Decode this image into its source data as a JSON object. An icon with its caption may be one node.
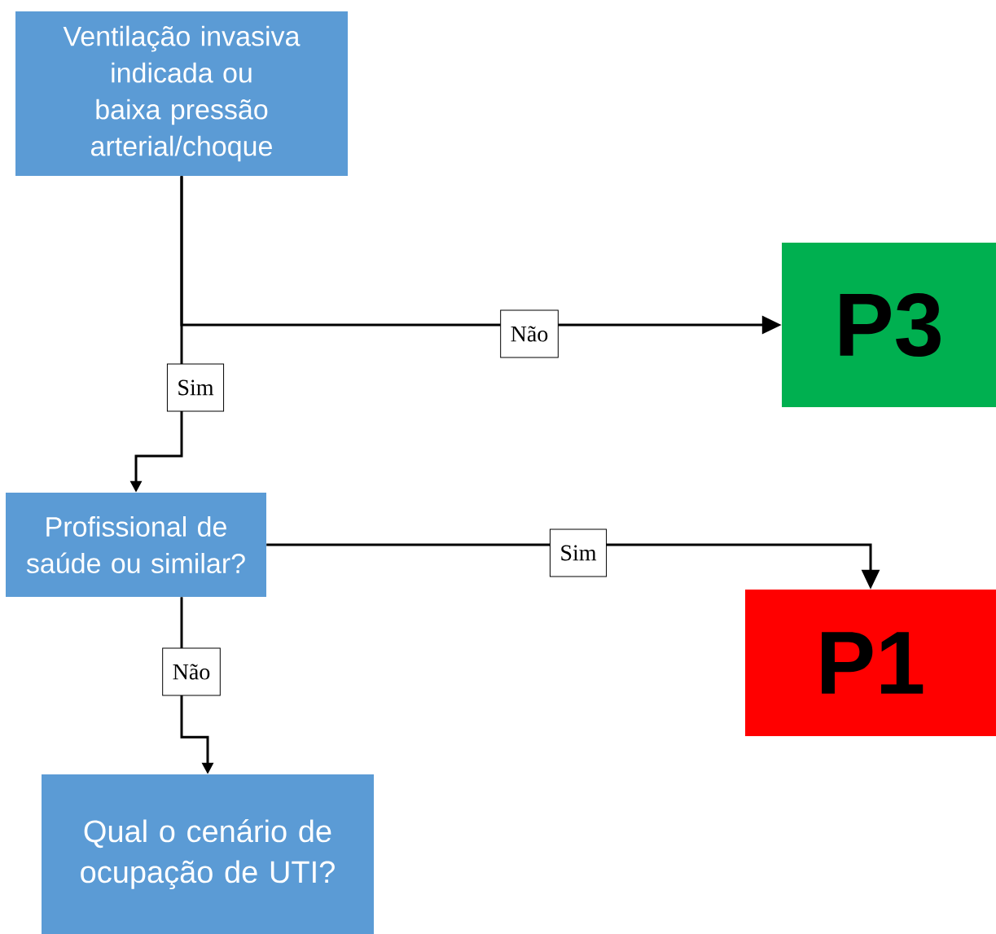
{
  "diagram": {
    "nodes": [
      {
        "text": [
          "Ventilação invasiva indicada ou baixa pressão arterial/choque"
        ]
      },
      {
        "text": [
          "P3"
        ]
      },
      {
        "text": [
          "Profissional de saúde ou similar?"
        ]
      },
      {
        "text": [
          "P1"
        ]
      },
      {
        "text": [
          "Qual o cenário de ocupação de UTI?"
        ]
      }
    ],
    "edges": [
      {
        "from": 0,
        "to": 1,
        "arrow": "to",
        "label": "Não"
      },
      {
        "from": 0,
        "to": 2,
        "arrow": "to",
        "label": "Sim"
      },
      {
        "from": 2,
        "to": 3,
        "arrow": "to",
        "label": "Sim"
      },
      {
        "from": 2,
        "to": 4,
        "arrow": "to",
        "label": "Não"
      }
    ]
  }
}
